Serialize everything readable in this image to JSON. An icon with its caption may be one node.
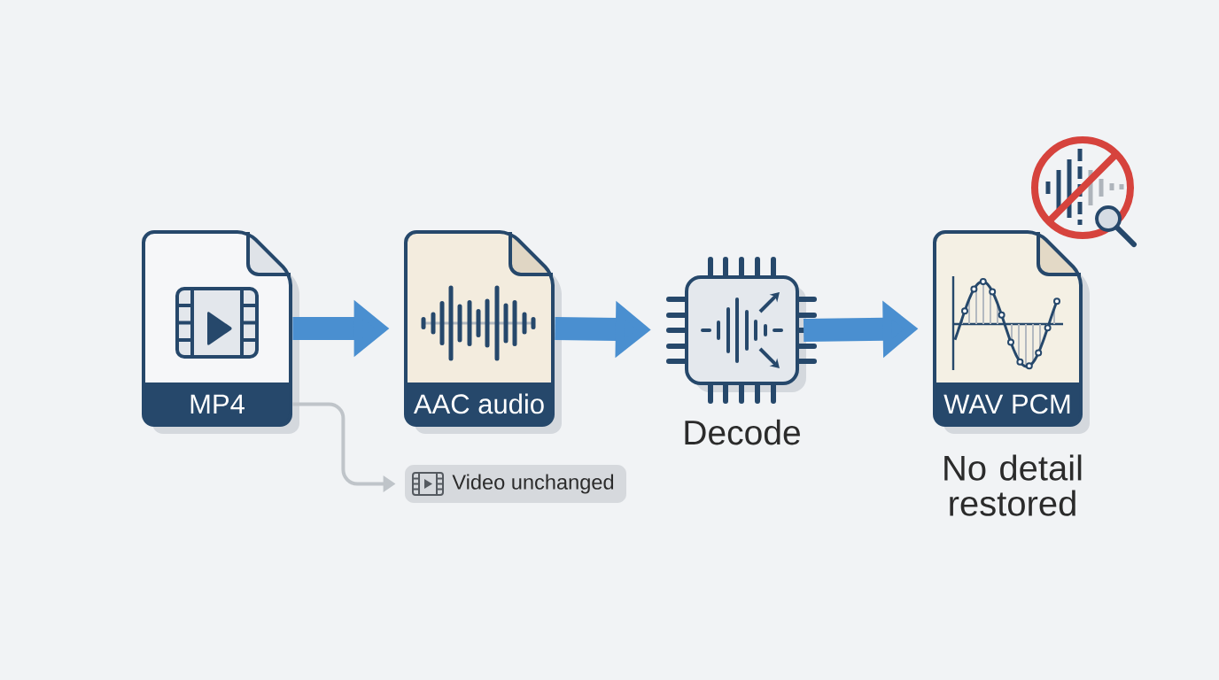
{
  "diagram": {
    "nodes": [
      {
        "text": [
          "MP4"
        ]
      },
      {
        "text": [
          "AAC audio"
        ]
      },
      {
        "text": [
          "Decode"
        ]
      },
      {
        "text": [
          "WAV PCM"
        ],
        "beside": [
          "No detail restored"
        ]
      },
      {
        "text": [
          "Video unchanged"
        ]
      }
    ],
    "edges": [
      {
        "from": 0,
        "to": 1,
        "arrow": "to"
      },
      {
        "from": 1,
        "to": 2,
        "arrow": "to"
      },
      {
        "from": 2,
        "to": 3,
        "arrow": "to"
      },
      {
        "from": 0,
        "to": 4,
        "arrow": "to",
        "color": "#bfc4c9"
      }
    ]
  }
}
